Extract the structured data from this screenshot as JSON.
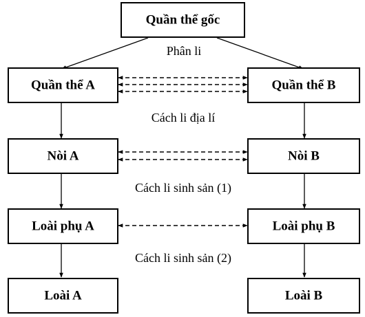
{
  "diagram": {
    "nodes": {
      "origin": "Quần thể gốc",
      "pop_a": "Quần thể A",
      "pop_b": "Quần thể B",
      "race_a": "Nòi A",
      "race_b": "Nòi B",
      "subspecies_a": "Loài phụ A",
      "subspecies_b": "Loài phụ B",
      "species_a": "Loài A",
      "species_b": "Loài B"
    },
    "labels": {
      "split": "Phân li",
      "geographic_isolation": "Cách li địa lí",
      "reproductive_isolation_1": "Cách li sinh sản (1)",
      "reproductive_isolation_2": "Cách li sinh sản (2)"
    },
    "colors": {
      "stroke": "#000000",
      "background": "#ffffff"
    }
  }
}
